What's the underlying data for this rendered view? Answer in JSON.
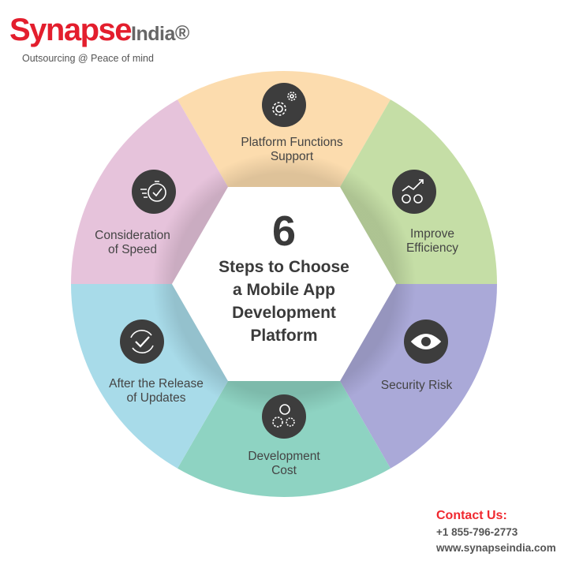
{
  "logo": {
    "brand_main": "Synapse",
    "brand_sub": "India",
    "registered": "®",
    "tagline": "Outsourcing @ Peace of mind"
  },
  "center": {
    "number": "6",
    "lines": [
      "Steps to Choose",
      "a Mobile App",
      "Development",
      "Platform"
    ]
  },
  "segments": [
    {
      "label": [
        "Platform Functions",
        "Support"
      ],
      "icon": "gears-icon",
      "color": "#fcdcae"
    },
    {
      "label": [
        "Improve",
        "Efficiency"
      ],
      "icon": "efficiency-chart-icon",
      "color": "#c5dea6"
    },
    {
      "label": [
        "Security Risk"
      ],
      "icon": "eye-icon",
      "color": "#aaa9d8"
    },
    {
      "label": [
        "Development",
        "Cost"
      ],
      "icon": "cost-gears-icon",
      "color": "#8ed3c2"
    },
    {
      "label": [
        "After the Release",
        "of Updates"
      ],
      "icon": "refresh-check-icon",
      "color": "#a8dbe9"
    },
    {
      "label": [
        "Consideration",
        "of Speed"
      ],
      "icon": "stopwatch-speed-icon",
      "color": "#e6c3db"
    }
  ],
  "contact": {
    "heading": "Contact Us:",
    "phone": "+1 855-796-2773",
    "website": "www.synapseindia.com"
  }
}
